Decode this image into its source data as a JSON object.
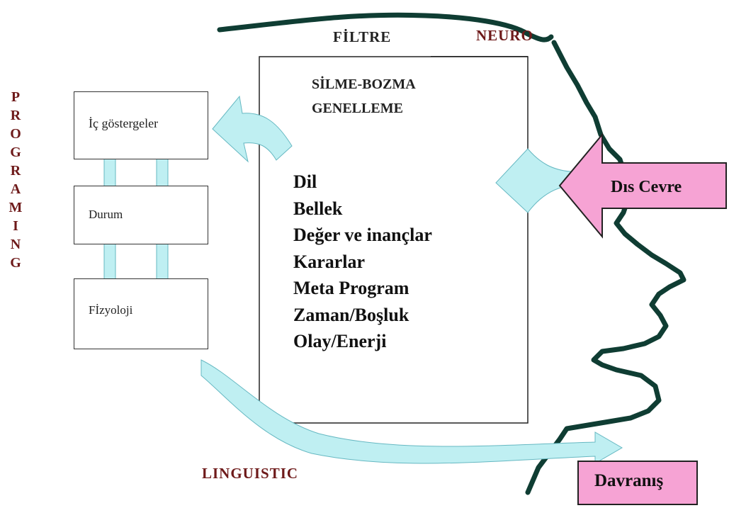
{
  "colors": {
    "arrow_fill": "#bfeff2",
    "arrow_stroke": "#66b8c2",
    "pink": "#f6a3d4",
    "head_outline": "#0f3d33",
    "maroon_text": "#6e1a1a"
  },
  "labels": {
    "filtre": "FİLTRE",
    "neuro": "NEURO",
    "silme_bozma": "SİLME-BOZMA",
    "genelleme": "GENELLEME",
    "linguistic": "LINGUISTIC",
    "dis_cevre": "Dıs Cevre",
    "davranis": "Davranış",
    "programing_letters": [
      "P",
      "R",
      "O",
      "G",
      "R",
      "A",
      "M",
      "I",
      "N",
      "G"
    ]
  },
  "boxes": {
    "ic_gostergeler": "İç göstergeler",
    "durum": "Durum",
    "fizyoloji": "Fİzyoloji"
  },
  "filter_items": [
    "Dil",
    "Bellek",
    "Değer ve inançlar",
    "Kararlar",
    "Meta Program",
    "Zaman/Boşluk",
    "Olay/Enerji"
  ]
}
